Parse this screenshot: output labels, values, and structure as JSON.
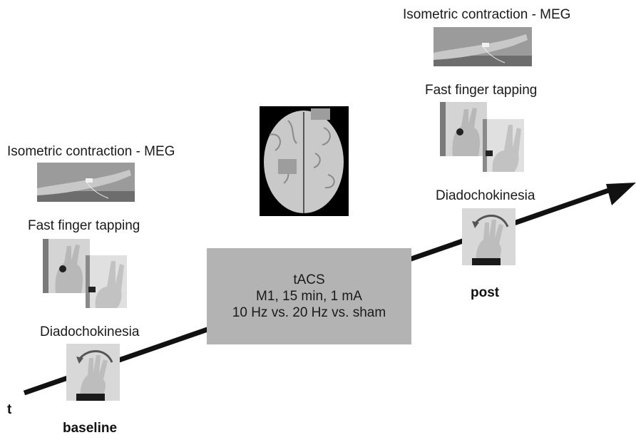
{
  "baseline": {
    "isometric_label": "Isometric contraction - MEG",
    "finger_tapping_label": "Fast finger tapping",
    "diadochokinesia_label": "Diadochokinesia",
    "timepoint_label": "baseline"
  },
  "post": {
    "isometric_label": "Isometric contraction - MEG",
    "finger_tapping_label": "Fast finger tapping",
    "diadochokinesia_label": "Diadochokinesia",
    "timepoint_label": "post"
  },
  "intervention": {
    "line1": "tACS",
    "line2": "M1, 15 min, 1 mA",
    "line3": "10 Hz vs. 20 Hz vs. sham"
  },
  "axis": {
    "time_label": "t"
  },
  "colors": {
    "box_fill": "#b3b3b3",
    "arrow": "#111111",
    "brain_background": "#000000"
  },
  "icons": [
    "arm-photo",
    "finger-tapping-photo",
    "hand-rotation-photo",
    "brain-image",
    "time-arrow"
  ]
}
